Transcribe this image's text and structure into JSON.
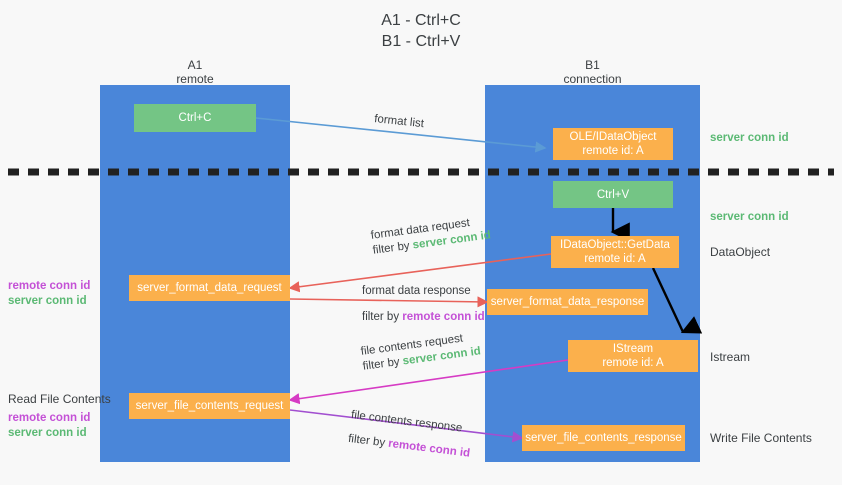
{
  "title": {
    "line1": "A1 - Ctrl+C",
    "line2": "B1 - Ctrl+V"
  },
  "colors": {
    "lane": "#4a86d9",
    "green_box": "#74c585",
    "orange_box": "#fbb04c",
    "server_conn_id": "#5bb974",
    "remote_conn_id": "#c451d6",
    "blue_arrow": "#5b9bd5",
    "red_arrow": "#e8625a",
    "magenta_arrow": "#d63bc4",
    "purple_arrow": "#a24fd0",
    "black_arrow": "#000000",
    "background": "#f8f8f8"
  },
  "columns": [
    {
      "name": "A1",
      "sub": "remote"
    },
    {
      "name": "B1",
      "sub": "connection"
    }
  ],
  "boxes": {
    "ctrl_c": "Ctrl+C",
    "ole_dataobject": {
      "line1": "OLE/IDataObject",
      "line2": "remote id: A"
    },
    "ctrl_v": "Ctrl+V",
    "getdata": {
      "line1": "IDataObject::GetData",
      "line2": "remote id: A"
    },
    "server_format_data_request": "server_format_data_request",
    "server_format_data_response": "server_format_data_response",
    "istream": {
      "line1": "IStream",
      "line2": "remote id: A"
    },
    "server_file_contents_request": "server_file_contents_request",
    "server_file_contents_response": "server_file_contents_response"
  },
  "flows": {
    "format_list": "format list",
    "format_data_request": "format data request",
    "format_data_request_filter_prefix": "filter by ",
    "format_data_request_filter_value": "server conn id",
    "format_data_response": "format data response",
    "format_data_response_filter_prefix": "filter by ",
    "format_data_response_filter_value": "remote conn id",
    "file_contents_request": "file contents request",
    "file_contents_request_filter_prefix": "filter by ",
    "file_contents_request_filter_value": "server conn id",
    "file_contents_response": "file contents response",
    "file_contents_response_filter_prefix": "filter by ",
    "file_contents_response_filter_value": "remote conn id"
  },
  "right_labels": {
    "server_conn_id_top": "server conn id",
    "server_conn_id_mid": "server conn id",
    "dataobject": "DataObject",
    "istream": "Istream",
    "write_file_contents": "Write File Contents"
  },
  "left_labels": {
    "remote_conn_id_1": "remote conn id",
    "server_conn_id_1": "server conn id",
    "read_file_contents": "Read File Contents",
    "remote_conn_id_2": "remote conn id",
    "server_conn_id_2": "server conn id"
  }
}
